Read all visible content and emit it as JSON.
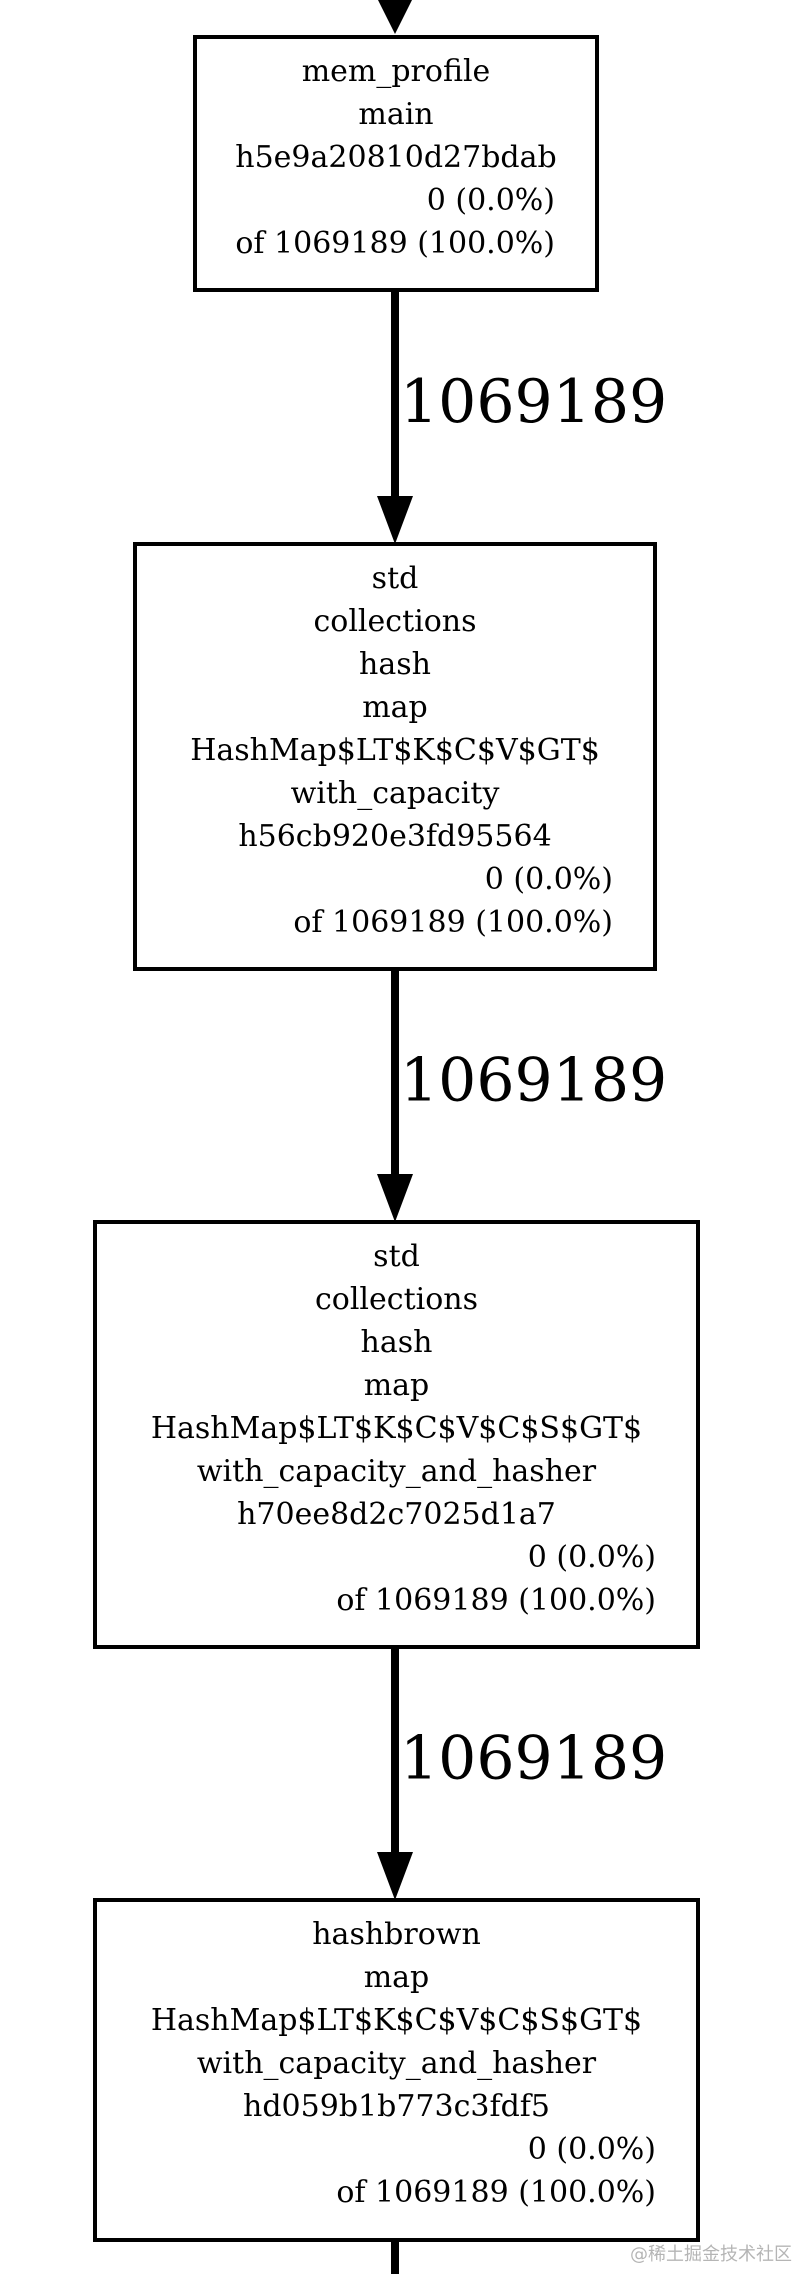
{
  "colors": {
    "stroke": "#000000",
    "fill": "#ffffff",
    "text": "#000000",
    "watermark": "#8a8a8a"
  },
  "nodes": [
    {
      "id": "mem_profile_main",
      "lines": [
        "mem_profile",
        "main",
        "h5e9a20810d27bdab"
      ],
      "flat": "0 (0.0%)",
      "cum": "of 1069189 (100.0%)"
    },
    {
      "id": "std_hashmap_with_capacity",
      "lines": [
        "std",
        "collections",
        "hash",
        "map",
        "HashMap$LT$K$C$V$GT$",
        "with_capacity",
        "h56cb920e3fd95564"
      ],
      "flat": "0 (0.0%)",
      "cum": "of 1069189 (100.0%)"
    },
    {
      "id": "std_hashmap_with_capacity_and_hasher",
      "lines": [
        "std",
        "collections",
        "hash",
        "map",
        "HashMap$LT$K$C$V$C$S$GT$",
        "with_capacity_and_hasher",
        "h70ee8d2c7025d1a7"
      ],
      "flat": "0 (0.0%)",
      "cum": "of 1069189 (100.0%)"
    },
    {
      "id": "hashbrown_hashmap_with_capacity_and_hasher",
      "lines": [
        "hashbrown",
        "map",
        "HashMap$LT$K$C$V$C$S$GT$",
        "with_capacity_and_hasher",
        "hd059b1b773c3fdf5"
      ],
      "flat": "0 (0.0%)",
      "cum": "of 1069189 (100.0%)"
    }
  ],
  "edges": [
    {
      "from": "mem_profile_main",
      "to": "std_hashmap_with_capacity",
      "label": "1069189"
    },
    {
      "from": "std_hashmap_with_capacity",
      "to": "std_hashmap_with_capacity_and_hasher",
      "label": "1069189"
    },
    {
      "from": "std_hashmap_with_capacity_and_hasher",
      "to": "hashbrown_hashmap_with_capacity_and_hasher",
      "label": "1069189"
    }
  ],
  "watermark": "@稀土掘金技术社区"
}
